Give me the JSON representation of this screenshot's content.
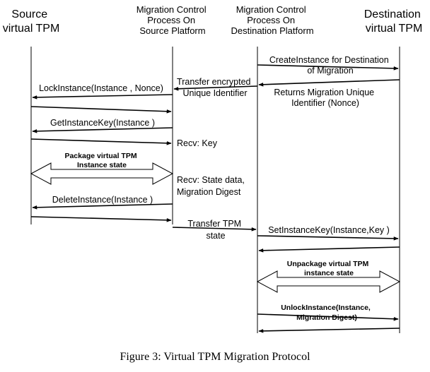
{
  "headers": {
    "source_tpm": [
      "Source",
      "virtual TPM"
    ],
    "mcp_source": [
      "Migration Control",
      "Process On",
      "Source Platform"
    ],
    "mcp_dest": [
      "Migration Control",
      "Process On",
      "Destination Platform"
    ],
    "dest_tpm": [
      "Destination",
      "virtual TPM"
    ]
  },
  "messages": {
    "create_instance": [
      "CreateInstance for Destination",
      "of Migration"
    ],
    "transfer_uid": [
      "Transfer encrypted",
      "Unique Identifier"
    ],
    "lock_instance": "LockInstance(Instance , Nonce)",
    "returns_uid": [
      "Returns Migration Unique",
      "Identifier (Nonce)"
    ],
    "get_instance_key": "GetInstanceKey(Instance )",
    "recv_key": "Recv: Key",
    "package_state": [
      "Package virtual TPM",
      "Instance state"
    ],
    "recv_state": [
      "Recv: State data,",
      "Migration Digest"
    ],
    "delete_instance": "DeleteInstance(Instance )",
    "transfer_tpm_state": [
      "Transfer TPM",
      "state"
    ],
    "set_instance_key": "SetInstanceKey(Instance,Key  )",
    "unpackage_state": [
      "Unpackage  virtual TPM",
      "instance state"
    ],
    "unlock_instance": [
      "UnlockInstance(Instance,",
      "Migration Digest)"
    ]
  },
  "caption": "Figure 3: Virtual TPM Migration Protocol"
}
